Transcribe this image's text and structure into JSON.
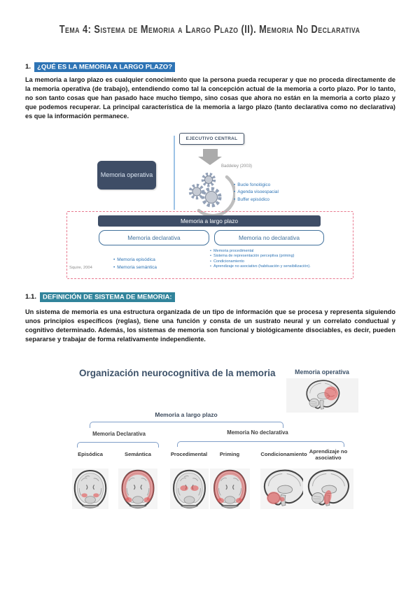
{
  "page": {
    "title": "Tema 4: Sistema de Memoria a Largo Plazo (II). Memoria No Declarativa"
  },
  "section1": {
    "number": "1.",
    "heading": "¿QUÉ ES LA MEMORIA A LARGO PLAZO?",
    "body": "La memoria a largo plazo es cualquier conocimiento que la persona pueda recuperar y que no proceda directamente de la memoria operativa (de trabajo), entendiendo como tal la concepción actual de la memoria a corto plazo. Por lo tanto, no son tanto cosas que han pasado hace mucho tiempo, sino cosas que ahora no están en la memoria a corto plazo y que podemos recuperar. La principal característica de la memoria a largo plazo (tanto declarativa como no declarativa) es que la información permanece."
  },
  "diagram1": {
    "executive_box": "EJECUTIVO CENTRAL",
    "citation": "Baddeley (2003)",
    "operative_box": "Memoria operativa",
    "components": [
      "Bucle fonológico",
      "Agenda visoespacial",
      "Buffer episódico"
    ],
    "ltm_bar": "Memoria a largo plazo",
    "declarative_box": "Memoria declarativa",
    "nondeclarative_box": "Memoria no declarativa",
    "declarative_items": [
      "Memoria episódica",
      "Memoria semántica"
    ],
    "nondeclarative_items": [
      "Memoria procedimental",
      "Sistema de representación perceptiva (priming)",
      "Condicionamiento",
      "Aprendizaje no asociativo (habituación y sensibilización)."
    ],
    "source": "Squire, 2004"
  },
  "section11": {
    "number": "1.1.",
    "heading": "DEFINICIÓN DE SISTEMA DE MEMORIA:",
    "body": "Un sistema de memoria es una estructura organizada de un tipo de información que se procesa y representa siguiendo unos principios específicos (reglas), tiene una función y consta de un sustrato neural y un correlato conductual y cognitivo determinado. Además, los sistemas de memoria son funcional y biológicamente disociables, es decir, pueden separarse y trabajar de forma relativamente independiente."
  },
  "figure2": {
    "title": "Organización neurocognitiva de la memoria",
    "operative_label": "Memoria operativa",
    "ltm_label": "Memoria a largo plazo",
    "declarative_label": "Memoria Declarativa",
    "nondeclarative_label": "Memoria No declarativa",
    "items": [
      {
        "label": "Episódica",
        "highlight": "medial-temporal"
      },
      {
        "label": "Semántica",
        "highlight": "cortex-rim"
      },
      {
        "label": "Procedimental",
        "highlight": "basal-ganglia"
      },
      {
        "label": "Priming",
        "highlight": "cortex-rim"
      },
      {
        "label": "Condicionamiento",
        "highlight": "cerebellum"
      },
      {
        "label": "Aprendizaje no asociativo",
        "highlight": "brainstem"
      }
    ]
  },
  "colors": {
    "heading1_highlight": "#2e74b5",
    "heading2_highlight": "#31849b",
    "dark_box": "#3e4d66",
    "tab_border": "#41719c",
    "dashed_border": "#e8798f",
    "bracket_blue": "#7f9ec9",
    "brain_highlight_red": "#e25555"
  }
}
